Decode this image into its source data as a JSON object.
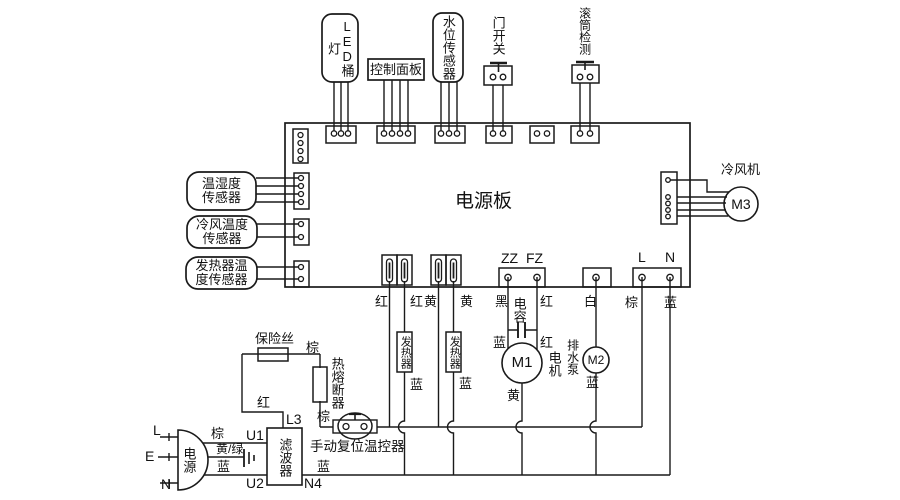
{
  "board": {
    "label": "电源板"
  },
  "top_components": {
    "led_light": "LED桶灯",
    "control_panel": "控制面板",
    "water_level_sensor": "水位传感器",
    "door_switch": "门开关",
    "drum_detect": "滚筒检测"
  },
  "left_sensors": {
    "temp_humidity_line1": "温湿度",
    "temp_humidity_line2": "传感器",
    "cool_air_line1": "冷风温度",
    "cool_air_line2": "传感器",
    "heater_temp_line1": "发热器温",
    "heater_temp_line2": "度传感器"
  },
  "fan": {
    "label": "冷风机",
    "motor": "M3"
  },
  "board_terminals": {
    "zz": "ZZ",
    "fz": "FZ",
    "live": "L",
    "neutral": "N"
  },
  "wire_labels": {
    "red1": "红",
    "red2": "红",
    "yellow1": "黄",
    "yellow2": "黄",
    "black": "黑",
    "red_fz": "红",
    "white": "白",
    "brown_l": "棕",
    "blue_n": "蓝",
    "capacitor": "电容",
    "blue_cap": "蓝",
    "red_cap": "红",
    "yellow_m1": "黄",
    "blue_m2": "蓝",
    "blue_heater1": "蓝",
    "blue_heater2": "蓝"
  },
  "components": {
    "heater1": "发热器",
    "heater2": "发热器",
    "motor_m1": "M1",
    "motor_label": "电机",
    "drain_pump": "排水泵",
    "motor_m2": "M2"
  },
  "mains_circuit": {
    "fuse": "保险丝",
    "brown_after_fuse": "棕",
    "thermal_fuse": "热熔断器",
    "red_l3": "红",
    "brown_thermostat": "棕",
    "thermostat": "手动复位温控器",
    "filter": "滤波器",
    "l3": "L3",
    "u1": "U1",
    "u2": "U2",
    "n4": "N4",
    "blue_n4": "蓝",
    "power": "电源",
    "live": "L",
    "earth": "E",
    "neutral": "N",
    "brown_u1": "棕",
    "yellow_green": "黄/绿",
    "blue_u2": "蓝"
  }
}
